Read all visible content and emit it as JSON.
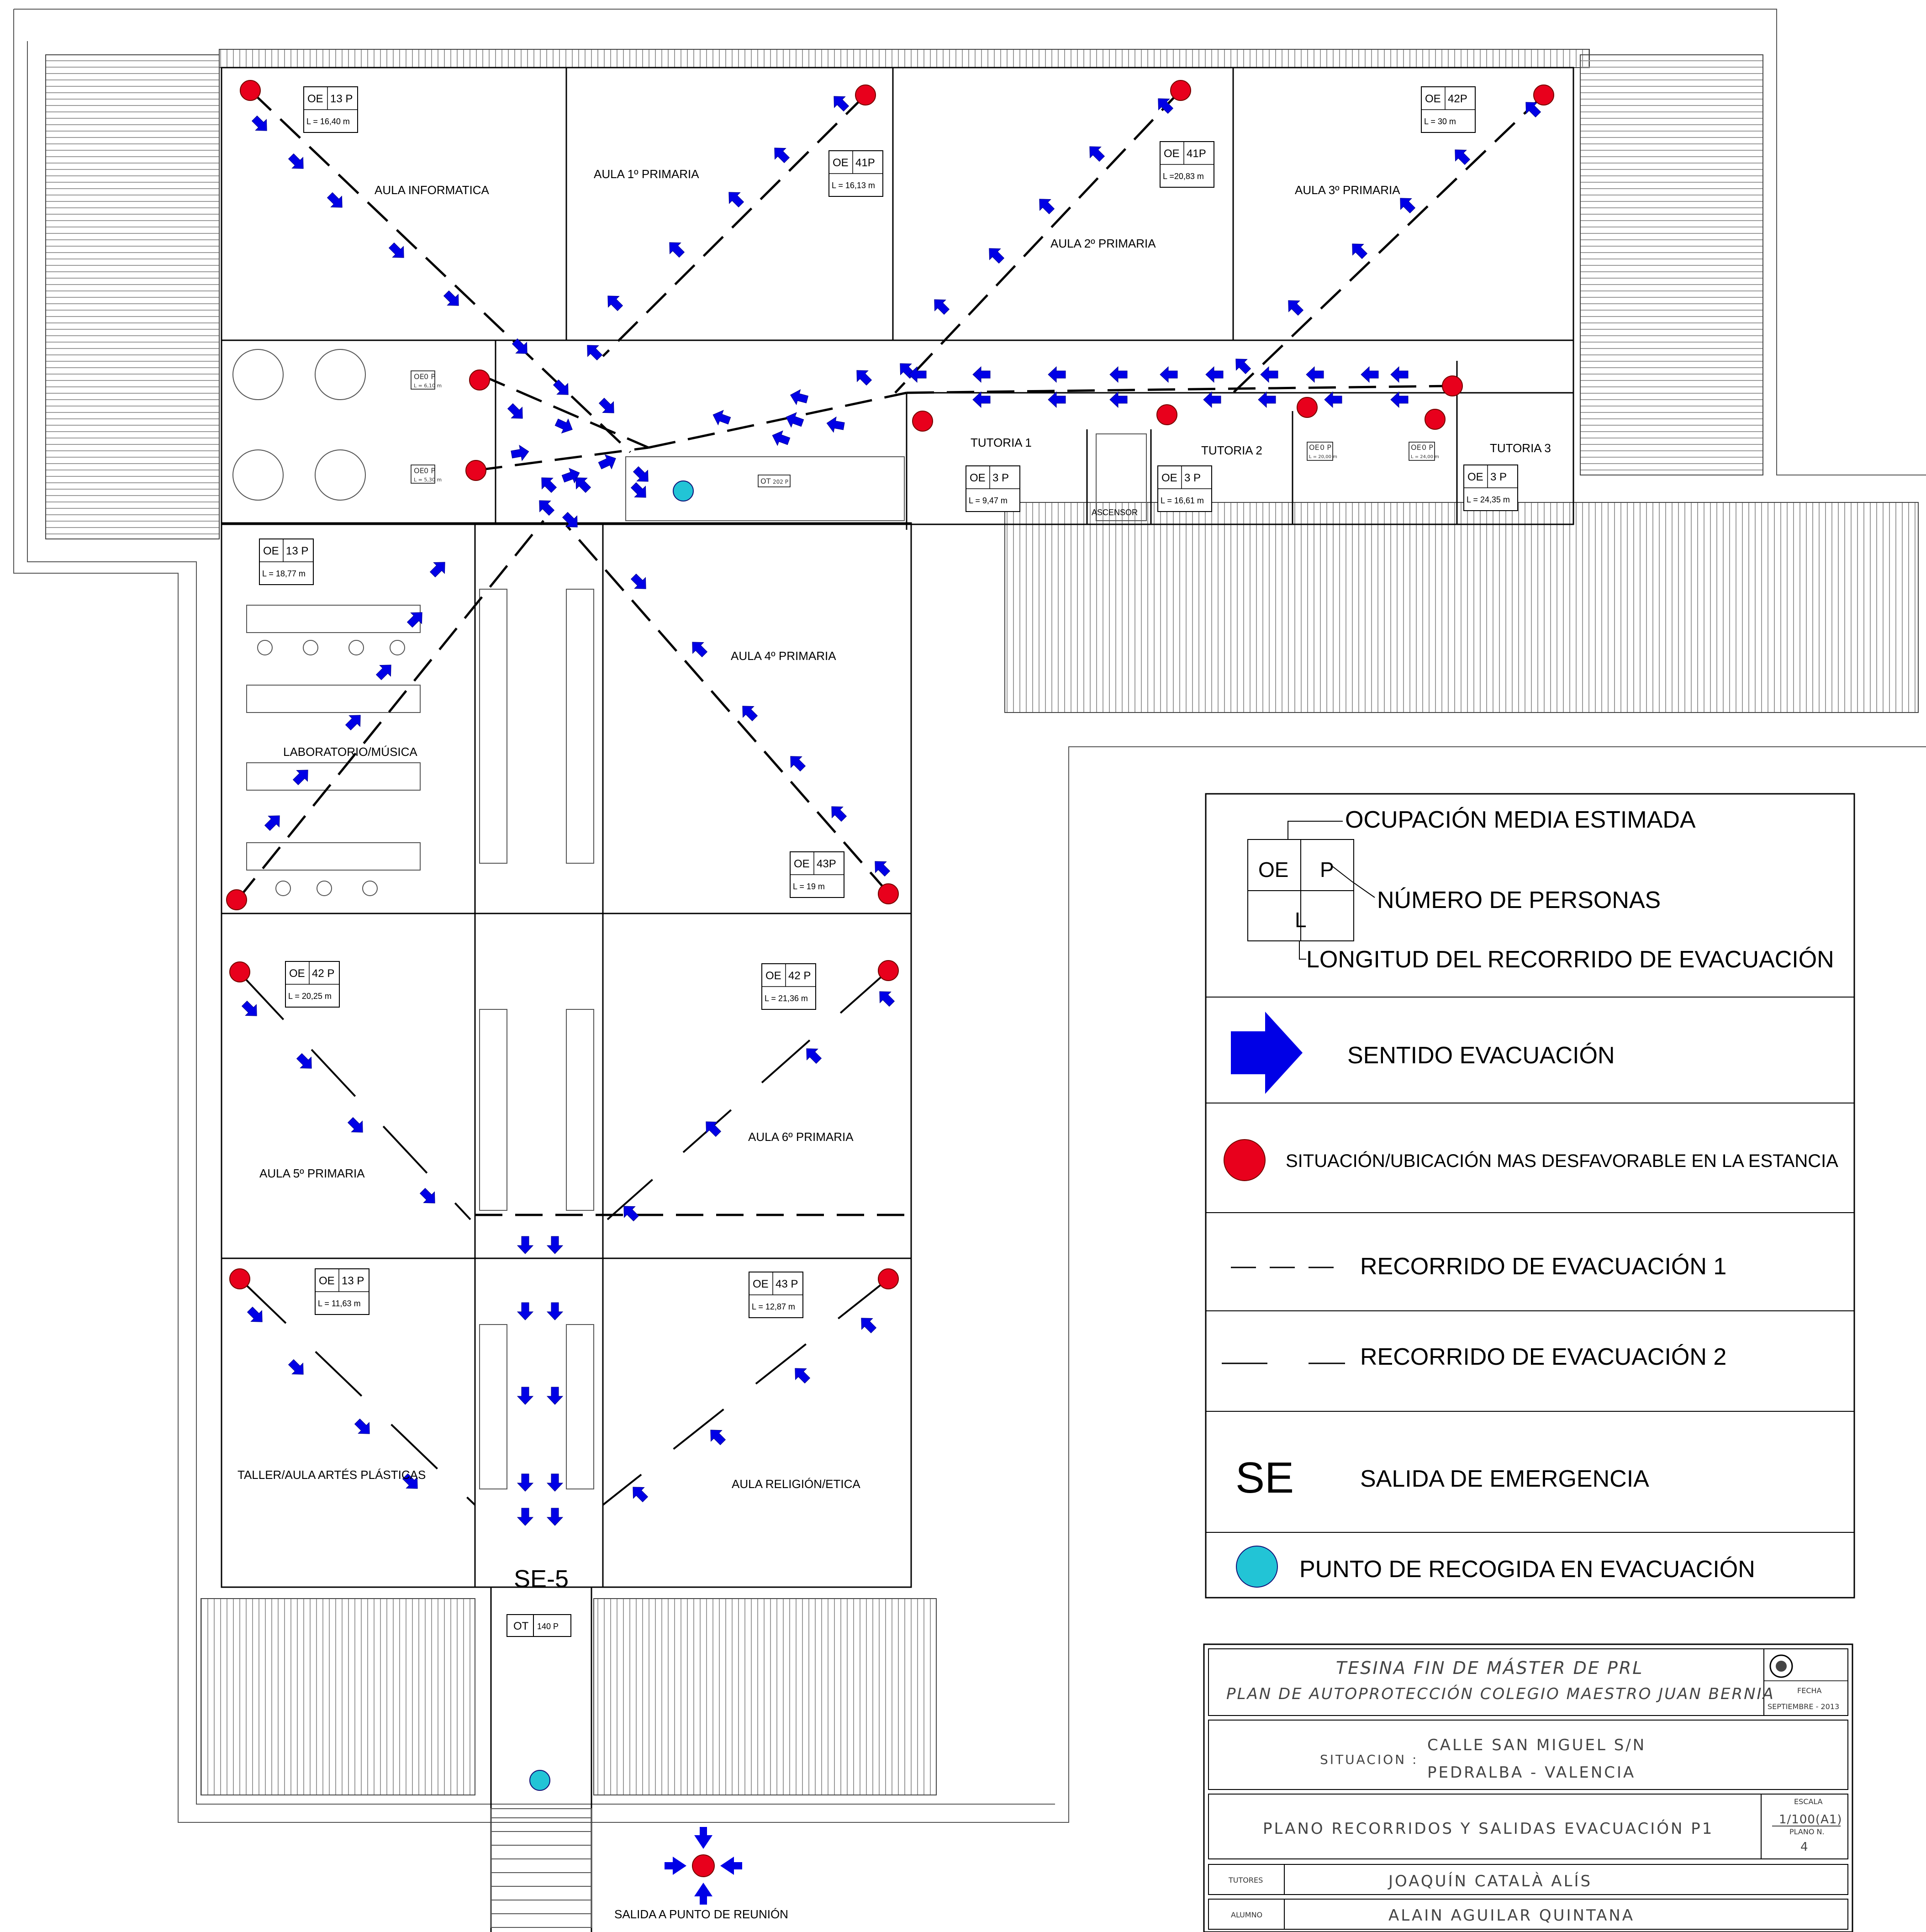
{
  "rooms": {
    "aula_informatica": "AULA INFORMATICA",
    "aula_1": "AULA 1º PRIMARIA",
    "aula_2": "AULA 2º PRIMARIA",
    "aula_3": "AULA 3º PRIMARIA",
    "tutoria_1": "TUTORIA 1",
    "tutoria_2": "TUTORIA 2",
    "tutoria_3": "TUTORIA 3",
    "ascensor": "ASCENSOR",
    "laboratorio": "LABORATORIO/MÚSICA",
    "aula_4": "AULA 4º PRIMARIA",
    "aula_5": "AULA 5º PRIMARIA",
    "aula_6": "AULA 6º PRIMARIA",
    "taller": "TALLER/AULA ARTÉS PLÁSTICAS",
    "religion": "AULA RELIGIÓN/ETICA",
    "salida_reunion": "SALIDA A PUNTO DE REUNIÓN"
  },
  "occupancy": [
    {
      "id": "informatica",
      "oe": "OE",
      "p": "13 P",
      "l": "L = 16,40 m"
    },
    {
      "id": "aula1",
      "oe": "OE",
      "p": "41P",
      "l": "L = 16,13 m"
    },
    {
      "id": "aula2",
      "oe": "OE",
      "p": "41P",
      "l": "L =20,83 m"
    },
    {
      "id": "aula3",
      "oe": "OE",
      "p": "42P",
      "l": "L = 30 m"
    },
    {
      "id": "tutoria1",
      "oe": "OE",
      "p": "3 P",
      "l": "L = 9,47 m"
    },
    {
      "id": "tutoria2",
      "oe": "OE",
      "p": "3 P",
      "l": "L = 16,61 m"
    },
    {
      "id": "tutoria3",
      "oe": "OE",
      "p": "3 P",
      "l": "L = 24,35 m"
    },
    {
      "id": "laboratorio",
      "oe": "OE",
      "p": "13 P",
      "l": "L = 18,77 m"
    },
    {
      "id": "aula4",
      "oe": "OE",
      "p": "43P",
      "l": "L = 19 m"
    },
    {
      "id": "aula5",
      "oe": "OE",
      "p": "42 P",
      "l": "L = 20,25 m"
    },
    {
      "id": "aula6",
      "oe": "OE",
      "p": "42 P",
      "l": "L = 21,36 m"
    },
    {
      "id": "taller",
      "oe": "OE",
      "p": "13 P",
      "l": "L = 11,63 m"
    },
    {
      "id": "religion",
      "oe": "OE",
      "p": "43 P",
      "l": "L = 12,87 m"
    }
  ],
  "wc_tags": {
    "wc1_oe": "OE",
    "wc1_p": "0 P",
    "wc1_l": "L = 6,10 m",
    "wc2_oe": "OE",
    "wc2_p": "0 P",
    "wc2_l": "L = 5,30 m",
    "stair_ot": "OT",
    "stair_p": "202 P",
    "wc3_oe": "OE",
    "wc3_p": "0 P",
    "wc3_l": "L = 20,00 m",
    "wc4_oe": "OE",
    "wc4_p": "0 P",
    "wc4_l": "L = 24,00 m"
  },
  "exit": {
    "label": "SE-5",
    "ot": "OT",
    "persons": "140 P"
  },
  "legend": {
    "ocupacion": "OCUPACIÓN MEDIA ESTIMADA",
    "oe_cell": "OE",
    "p_cell": "P",
    "l_cell": "L",
    "personas": "NÚMERO DE PERSONAS",
    "longitud": "LONGITUD DEL RECORRIDO DE EVACUACIÓN",
    "sentido": "SENTIDO EVACUACIÓN",
    "situacion": "SITUACIÓN/UBICACIÓN MAS DESFAVORABLE EN LA ESTANCIA",
    "recorrido1": "RECORRIDO DE EVACUACIÓN 1",
    "recorrido2": "RECORRIDO DE EVACUACIÓN 2",
    "se_symbol": "SE",
    "salida": "SALIDA DE EMERGENCIA",
    "punto": "PUNTO DE RECOGIDA EN EVACUACIÓN"
  },
  "title_block": {
    "line1": "TESINA FIN DE MÁSTER DE PRL",
    "line2": "PLAN DE AUTOPROTECCIÓN COLEGIO MAESTRO JUAN BERNIA",
    "fecha_label": "FECHA",
    "fecha": "SEPTIEMBRE - 2013",
    "situacion_label": "SITUACION :",
    "situacion_1": "CALLE SAN MIGUEL S/N",
    "situacion_2": "PEDRALBA - VALENCIA",
    "plano_title": "PLANO RECORRIDOS Y SALIDAS EVACUACIÓN P1",
    "escala_label": "ESCALA",
    "escala": "1/100(A1)",
    "plano_n_label": "PLANO N.",
    "plano_n": "4",
    "tutores_label": "TUTORES",
    "tutores": "JOAQUÍN CATALÀ ALÍS",
    "alumno_label": "ALUMNO",
    "alumno": "ALAIN AGUILAR QUINTANA"
  },
  "colors": {
    "arrow": "#0000e6",
    "worst_point": "#e8001c",
    "assembly_point": "#22c4d6"
  }
}
